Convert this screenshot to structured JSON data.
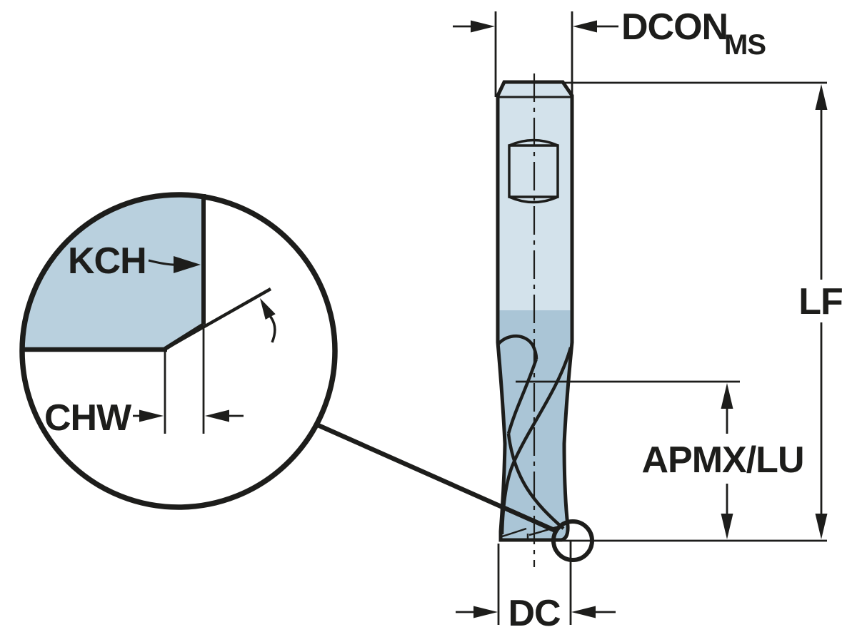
{
  "diagram": {
    "type": "technical-drawing",
    "subject": "solid end mill side view with dimension callouts and chamfer detail magnifier",
    "labels": {
      "dcon": "DCON",
      "dcon_sub": "MS",
      "lf": "LF",
      "apmx": "APMX/LU",
      "dc": "DC",
      "kch": "KCH",
      "chw": "CHW"
    },
    "colors": {
      "line": "#1d1d1b",
      "shank": "#d3e2eb",
      "flute": "#aac5d6",
      "detail_fill": "#b9d0de",
      "background": "#ffffff"
    }
  }
}
